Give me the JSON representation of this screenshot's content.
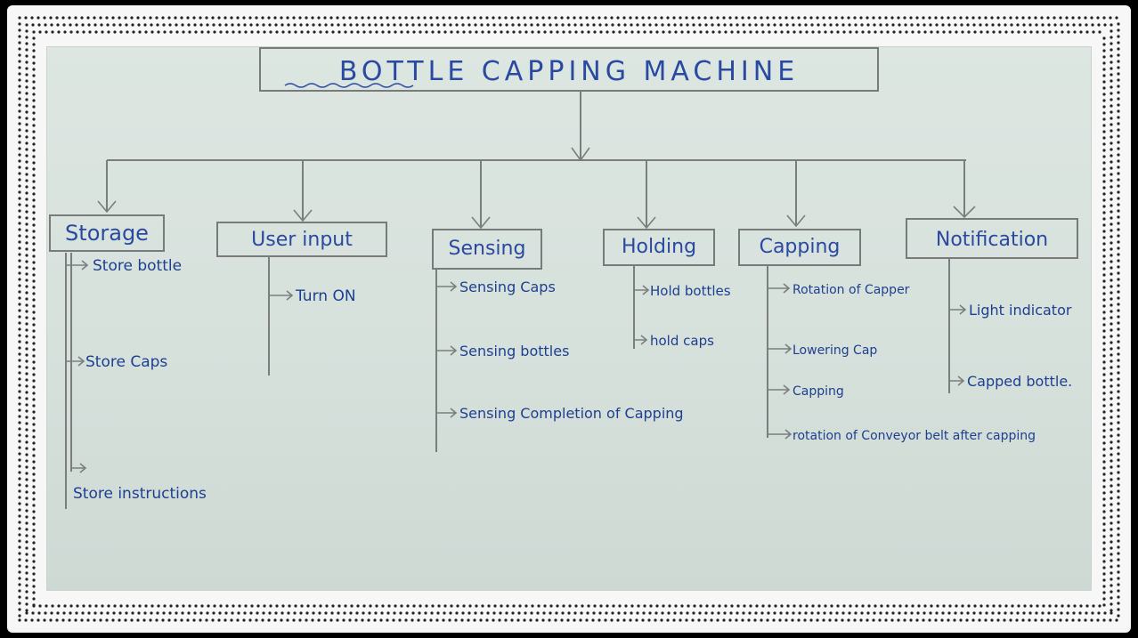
{
  "title": "BOTTLE CAPPING MACHINE",
  "categories": [
    {
      "label": "Storage",
      "items": [
        "Store bottle",
        "Store Caps",
        "Store instructions"
      ]
    },
    {
      "label": "User input",
      "items": [
        "Turn ON"
      ]
    },
    {
      "label": "Sensing",
      "items": [
        "Sensing Caps",
        "Sensing bottles",
        "Sensing Completion of Capping"
      ]
    },
    {
      "label": "Holding",
      "items": [
        "Hold bottles",
        "hold caps"
      ]
    },
    {
      "label": "Capping",
      "items": [
        "Rotation of Capper",
        "Lowering Cap",
        "Capping",
        "rotation of Conveyor belt after capping"
      ]
    },
    {
      "label": "Notification",
      "items": [
        "Light indicator",
        "Capped bottle."
      ]
    }
  ],
  "colors": {
    "ink": "#1d3f8f",
    "pencil": "#7a7f7e",
    "paper": "#d9e3de",
    "frame": "#f7f7f7"
  }
}
